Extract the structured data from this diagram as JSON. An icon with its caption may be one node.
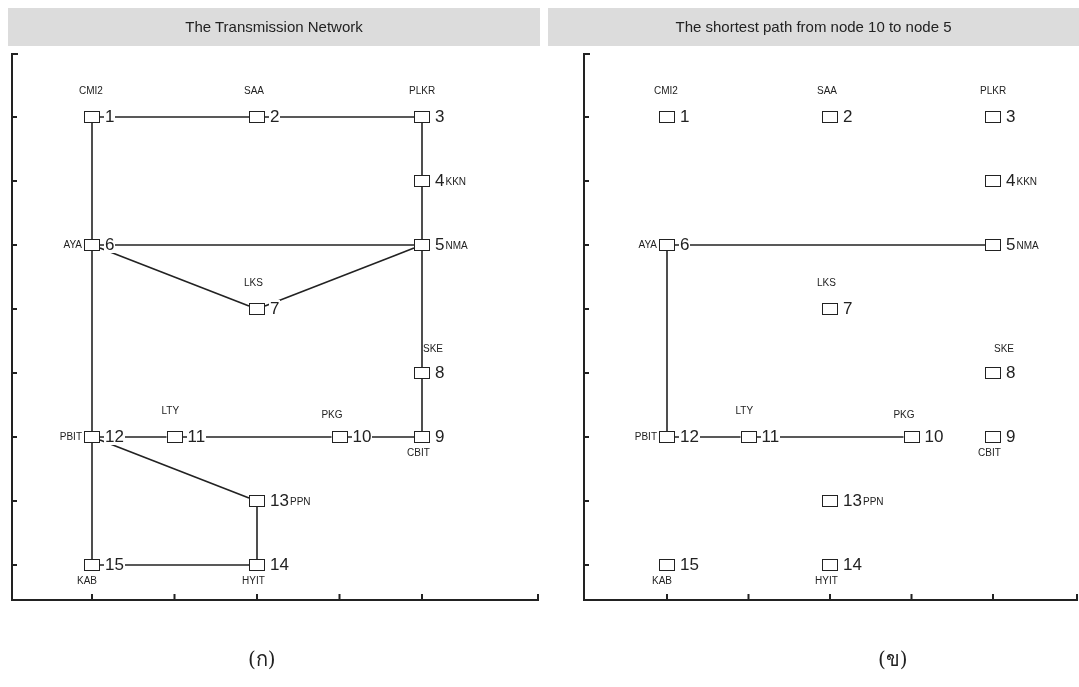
{
  "diagram": {
    "nodes": [
      {
        "text": [
          "The Transmission Network"
        ],
        "beside": [
          "(ก)"
        ]
      },
      {
        "text": [
          "CMI2",
          "1"
        ],
        "in": 0
      },
      {
        "text": [
          "SAA",
          "2"
        ],
        "in": 0
      },
      {
        "text": [
          "PLKR",
          "3"
        ],
        "in": 0
      },
      {
        "text": [
          "4",
          "KKN"
        ],
        "in": 0
      },
      {
        "text": [
          "5",
          "NMA"
        ],
        "in": 0
      },
      {
        "text": [
          "AYA",
          "6"
        ],
        "in": 0
      },
      {
        "text": [
          "LKS",
          "7"
        ],
        "in": 0
      },
      {
        "text": [
          "SKE",
          "8"
        ],
        "in": 0
      },
      {
        "text": [
          "9",
          "CBIT"
        ],
        "in": 0
      },
      {
        "text": [
          "PKG",
          "10"
        ],
        "in": 0
      },
      {
        "text": [
          "LTY",
          "11"
        ],
        "in": 0
      },
      {
        "text": [
          "PBIT",
          "12"
        ],
        "in": 0
      },
      {
        "text": [
          "13",
          "PPN"
        ],
        "in": 0
      },
      {
        "text": [
          "14",
          "HYIT"
        ],
        "in": 0
      },
      {
        "text": [
          "15",
          "KAB"
        ],
        "in": 0
      },
      {
        "text": [
          "The shortest path from node 10 to node 5"
        ],
        "beside": [
          "(ข)"
        ]
      },
      {
        "text": [
          "CMI2",
          "1"
        ],
        "in": 16
      },
      {
        "text": [
          "SAA",
          "2"
        ],
        "in": 16
      },
      {
        "text": [
          "PLKR",
          "3"
        ],
        "in": 16
      },
      {
        "text": [
          "4",
          "KKN"
        ],
        "in": 16
      },
      {
        "text": [
          "5",
          "NMA"
        ],
        "in": 16
      },
      {
        "text": [
          "AYA",
          "6"
        ],
        "in": 16
      },
      {
        "text": [
          "LKS",
          "7"
        ],
        "in": 16
      },
      {
        "text": [
          "SKE",
          "8"
        ],
        "in": 16
      },
      {
        "text": [
          "9",
          "CBIT"
        ],
        "in": 16
      },
      {
        "text": [
          "PKG",
          "10"
        ],
        "in": 16
      },
      {
        "text": [
          "LTY",
          "11"
        ],
        "in": 16
      },
      {
        "text": [
          "PBIT",
          "12"
        ],
        "in": 16
      },
      {
        "text": [
          "13",
          "PPN"
        ],
        "in": 16
      },
      {
        "text": [
          "14",
          "HYIT"
        ],
        "in": 16
      },
      {
        "text": [
          "15",
          "KAB"
        ],
        "in": 16
      }
    ],
    "edges": [
      {
        "from": 1,
        "to": 2,
        "arrow": "none"
      },
      {
        "from": 2,
        "to": 3,
        "arrow": "none"
      },
      {
        "from": 1,
        "to": 6,
        "arrow": "none"
      },
      {
        "from": 3,
        "to": 4,
        "arrow": "none"
      },
      {
        "from": 4,
        "to": 5,
        "arrow": "none"
      },
      {
        "from": 6,
        "to": 5,
        "arrow": "none"
      },
      {
        "from": 6,
        "to": 7,
        "arrow": "none"
      },
      {
        "from": 7,
        "to": 5,
        "arrow": "none"
      },
      {
        "from": 5,
        "to": 8,
        "arrow": "none"
      },
      {
        "from": 8,
        "to": 9,
        "arrow": "none"
      },
      {
        "from": 9,
        "to": 10,
        "arrow": "none"
      },
      {
        "from": 10,
        "to": 11,
        "arrow": "none"
      },
      {
        "from": 11,
        "to": 12,
        "arrow": "none"
      },
      {
        "from": 6,
        "to": 12,
        "arrow": "none"
      },
      {
        "from": 12,
        "to": 13,
        "arrow": "none"
      },
      {
        "from": 13,
        "to": 14,
        "arrow": "none"
      },
      {
        "from": 14,
        "to": 15,
        "arrow": "none"
      },
      {
        "from": 12,
        "to": 15,
        "arrow": "none"
      },
      {
        "from": 26,
        "to": 27,
        "arrow": "none"
      },
      {
        "from": 27,
        "to": 28,
        "arrow": "none"
      },
      {
        "from": 28,
        "to": 22,
        "arrow": "none"
      },
      {
        "from": 22,
        "to": 21,
        "arrow": "none"
      }
    ]
  }
}
